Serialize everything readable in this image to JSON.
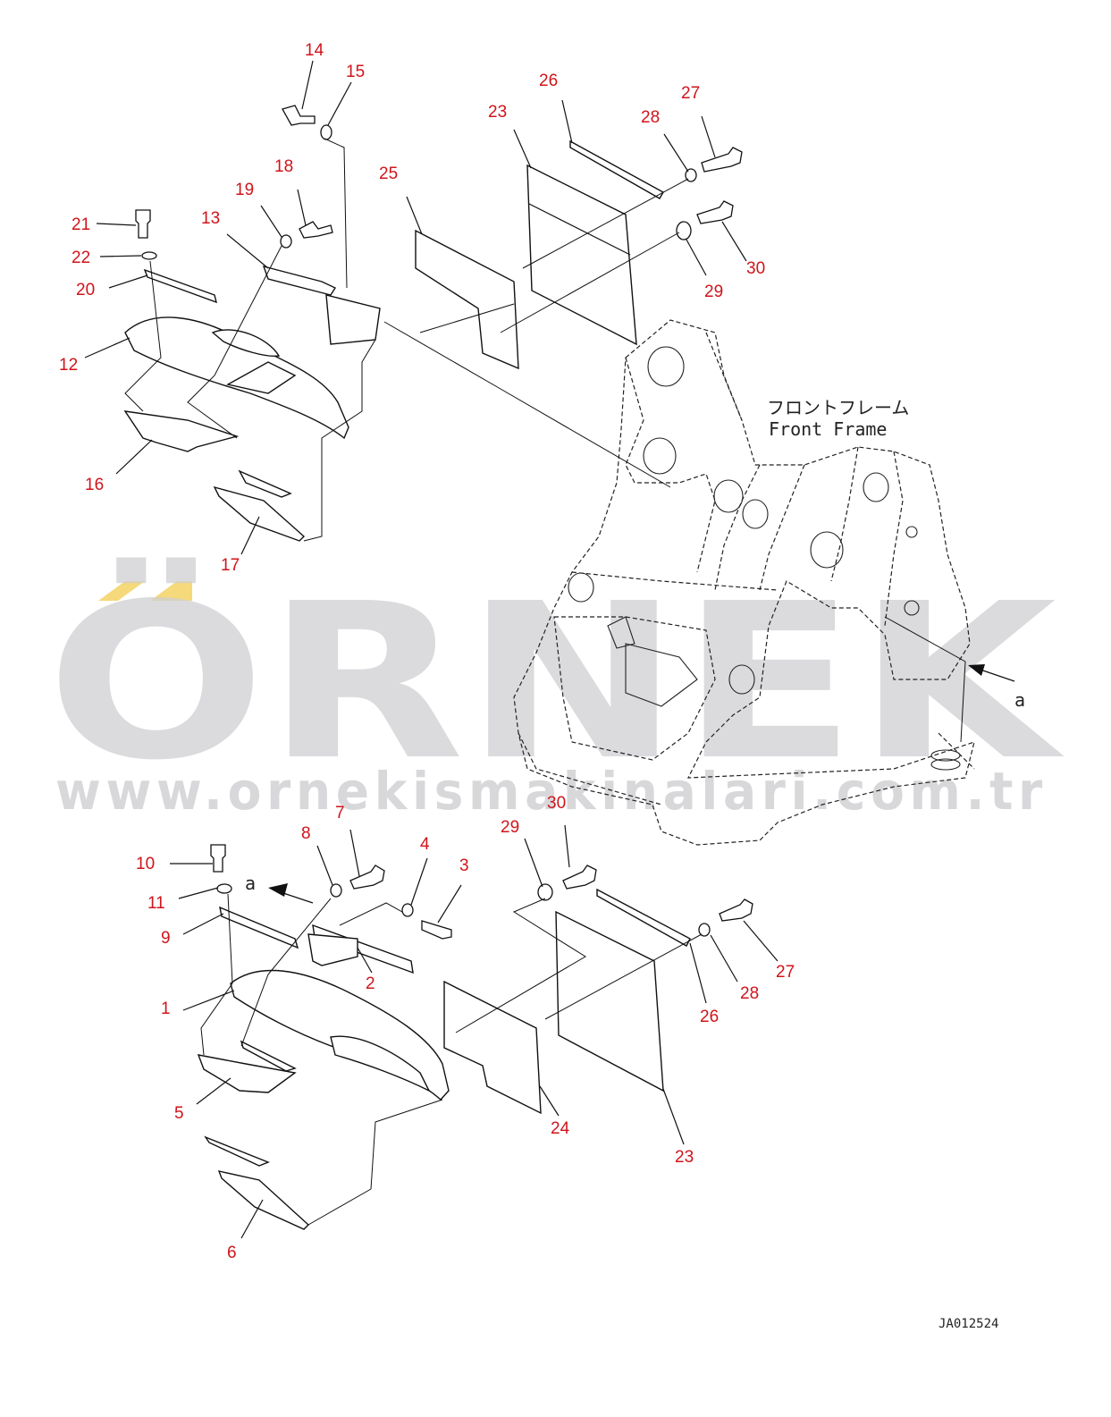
{
  "diagram": {
    "code": "JA012524",
    "frame_label_jp": "フロントフレーム",
    "frame_label_en": "Front Frame",
    "view_marker": "a",
    "watermark": {
      "brand": "ÖRNEK",
      "url": "www.ornekismakinalari.com.tr",
      "accent_color": "#f5d97a",
      "text_color": "#cfcfd3"
    },
    "label_color": "#d0141b",
    "callouts": {
      "c14": "14",
      "c15": "15",
      "c18": "18",
      "c19": "19",
      "c21": "21",
      "c22": "22",
      "c20": "20",
      "c13": "13",
      "c12": "12",
      "c16": "16",
      "c17": "17",
      "c25": "25",
      "c23a": "23",
      "c26a": "26",
      "c27a": "27",
      "c28a": "28",
      "c29a": "29",
      "c30a": "30",
      "c10": "10",
      "c11": "11",
      "c9": "9",
      "c8": "8",
      "c7": "7",
      "c4": "4",
      "c3": "3",
      "c2": "2",
      "c1": "1",
      "c5": "5",
      "c6": "6",
      "c29b": "29",
      "c30b": "30",
      "c24": "24",
      "c23b": "23",
      "c26b": "26",
      "c27b": "27",
      "c28b": "28"
    }
  }
}
